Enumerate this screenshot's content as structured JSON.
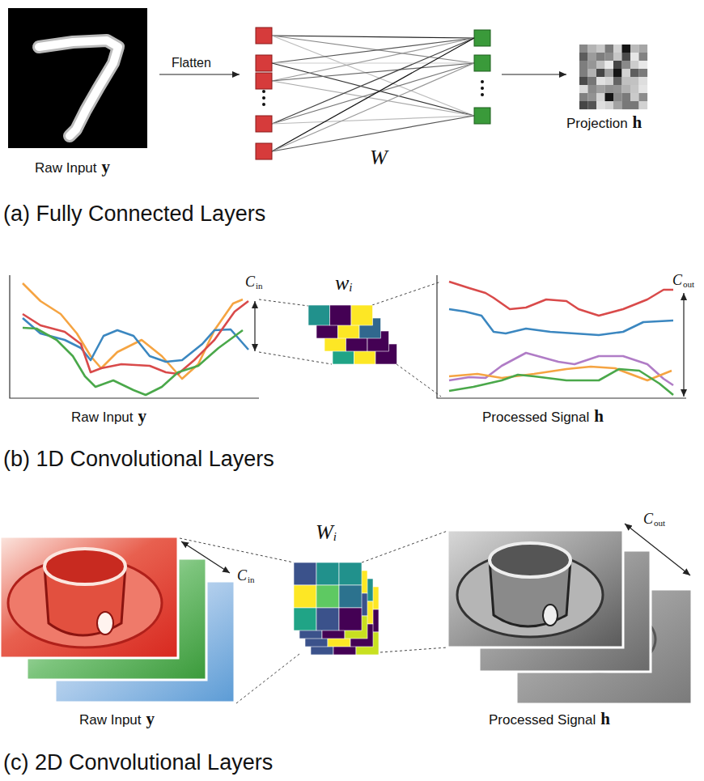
{
  "diagram": {
    "labels": [
      "Flatten",
      "Raw Input",
      "y",
      "W",
      "Projection",
      "h",
      "(a) Fully Connected Layers",
      "C",
      "in",
      "w",
      "i",
      "C",
      "out",
      "Raw Input",
      "y",
      "Processed Signal",
      "h",
      "(b) 1D Convolutional Layers",
      "W",
      "i",
      "C",
      "in",
      "C",
      "out",
      "Raw Input",
      "y",
      "Processed Signal",
      "h",
      "(c) 2D Convolutional Layers"
    ]
  }
}
